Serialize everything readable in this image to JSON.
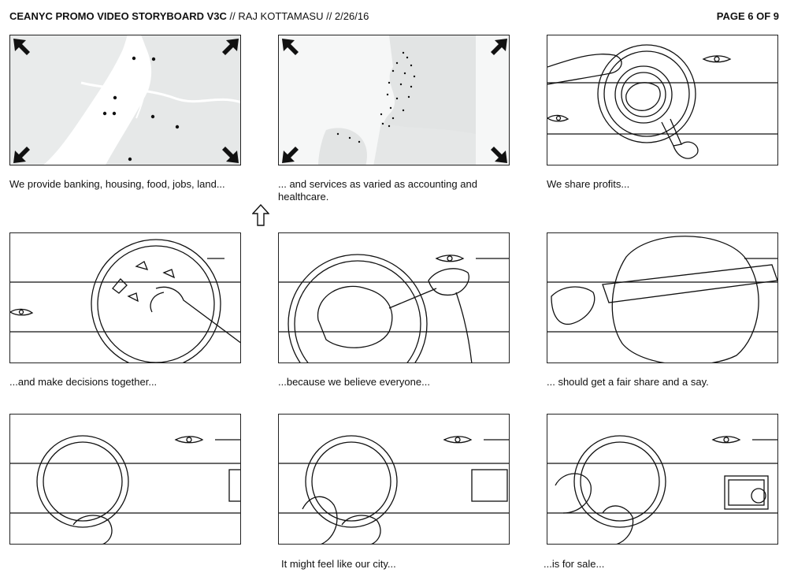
{
  "header": {
    "title_bold": "CEANYC PROMO VIDEO STORYBOARD V3C",
    "title_rest": " // RAJ KOTTAMASU // 2/26/16",
    "page": "PAGE 6 OF 9"
  },
  "frames": [
    {
      "caption": "We provide banking, housing, food, jobs, land..."
    },
    {
      "caption": "... and services as varied as accounting and healthcare."
    },
    {
      "caption": "We share profits..."
    },
    {
      "caption": "...and make decisions together..."
    },
    {
      "caption": "...because we believe everyone..."
    },
    {
      "caption": "... should get a fair share and a say."
    },
    {
      "caption": ""
    },
    {
      "caption": "It might feel like our city..."
    },
    {
      "caption": "...is for sale..."
    }
  ],
  "icons": {
    "transition": "up-arrow-icon",
    "zoom": "diagonal-arrow-icon"
  }
}
